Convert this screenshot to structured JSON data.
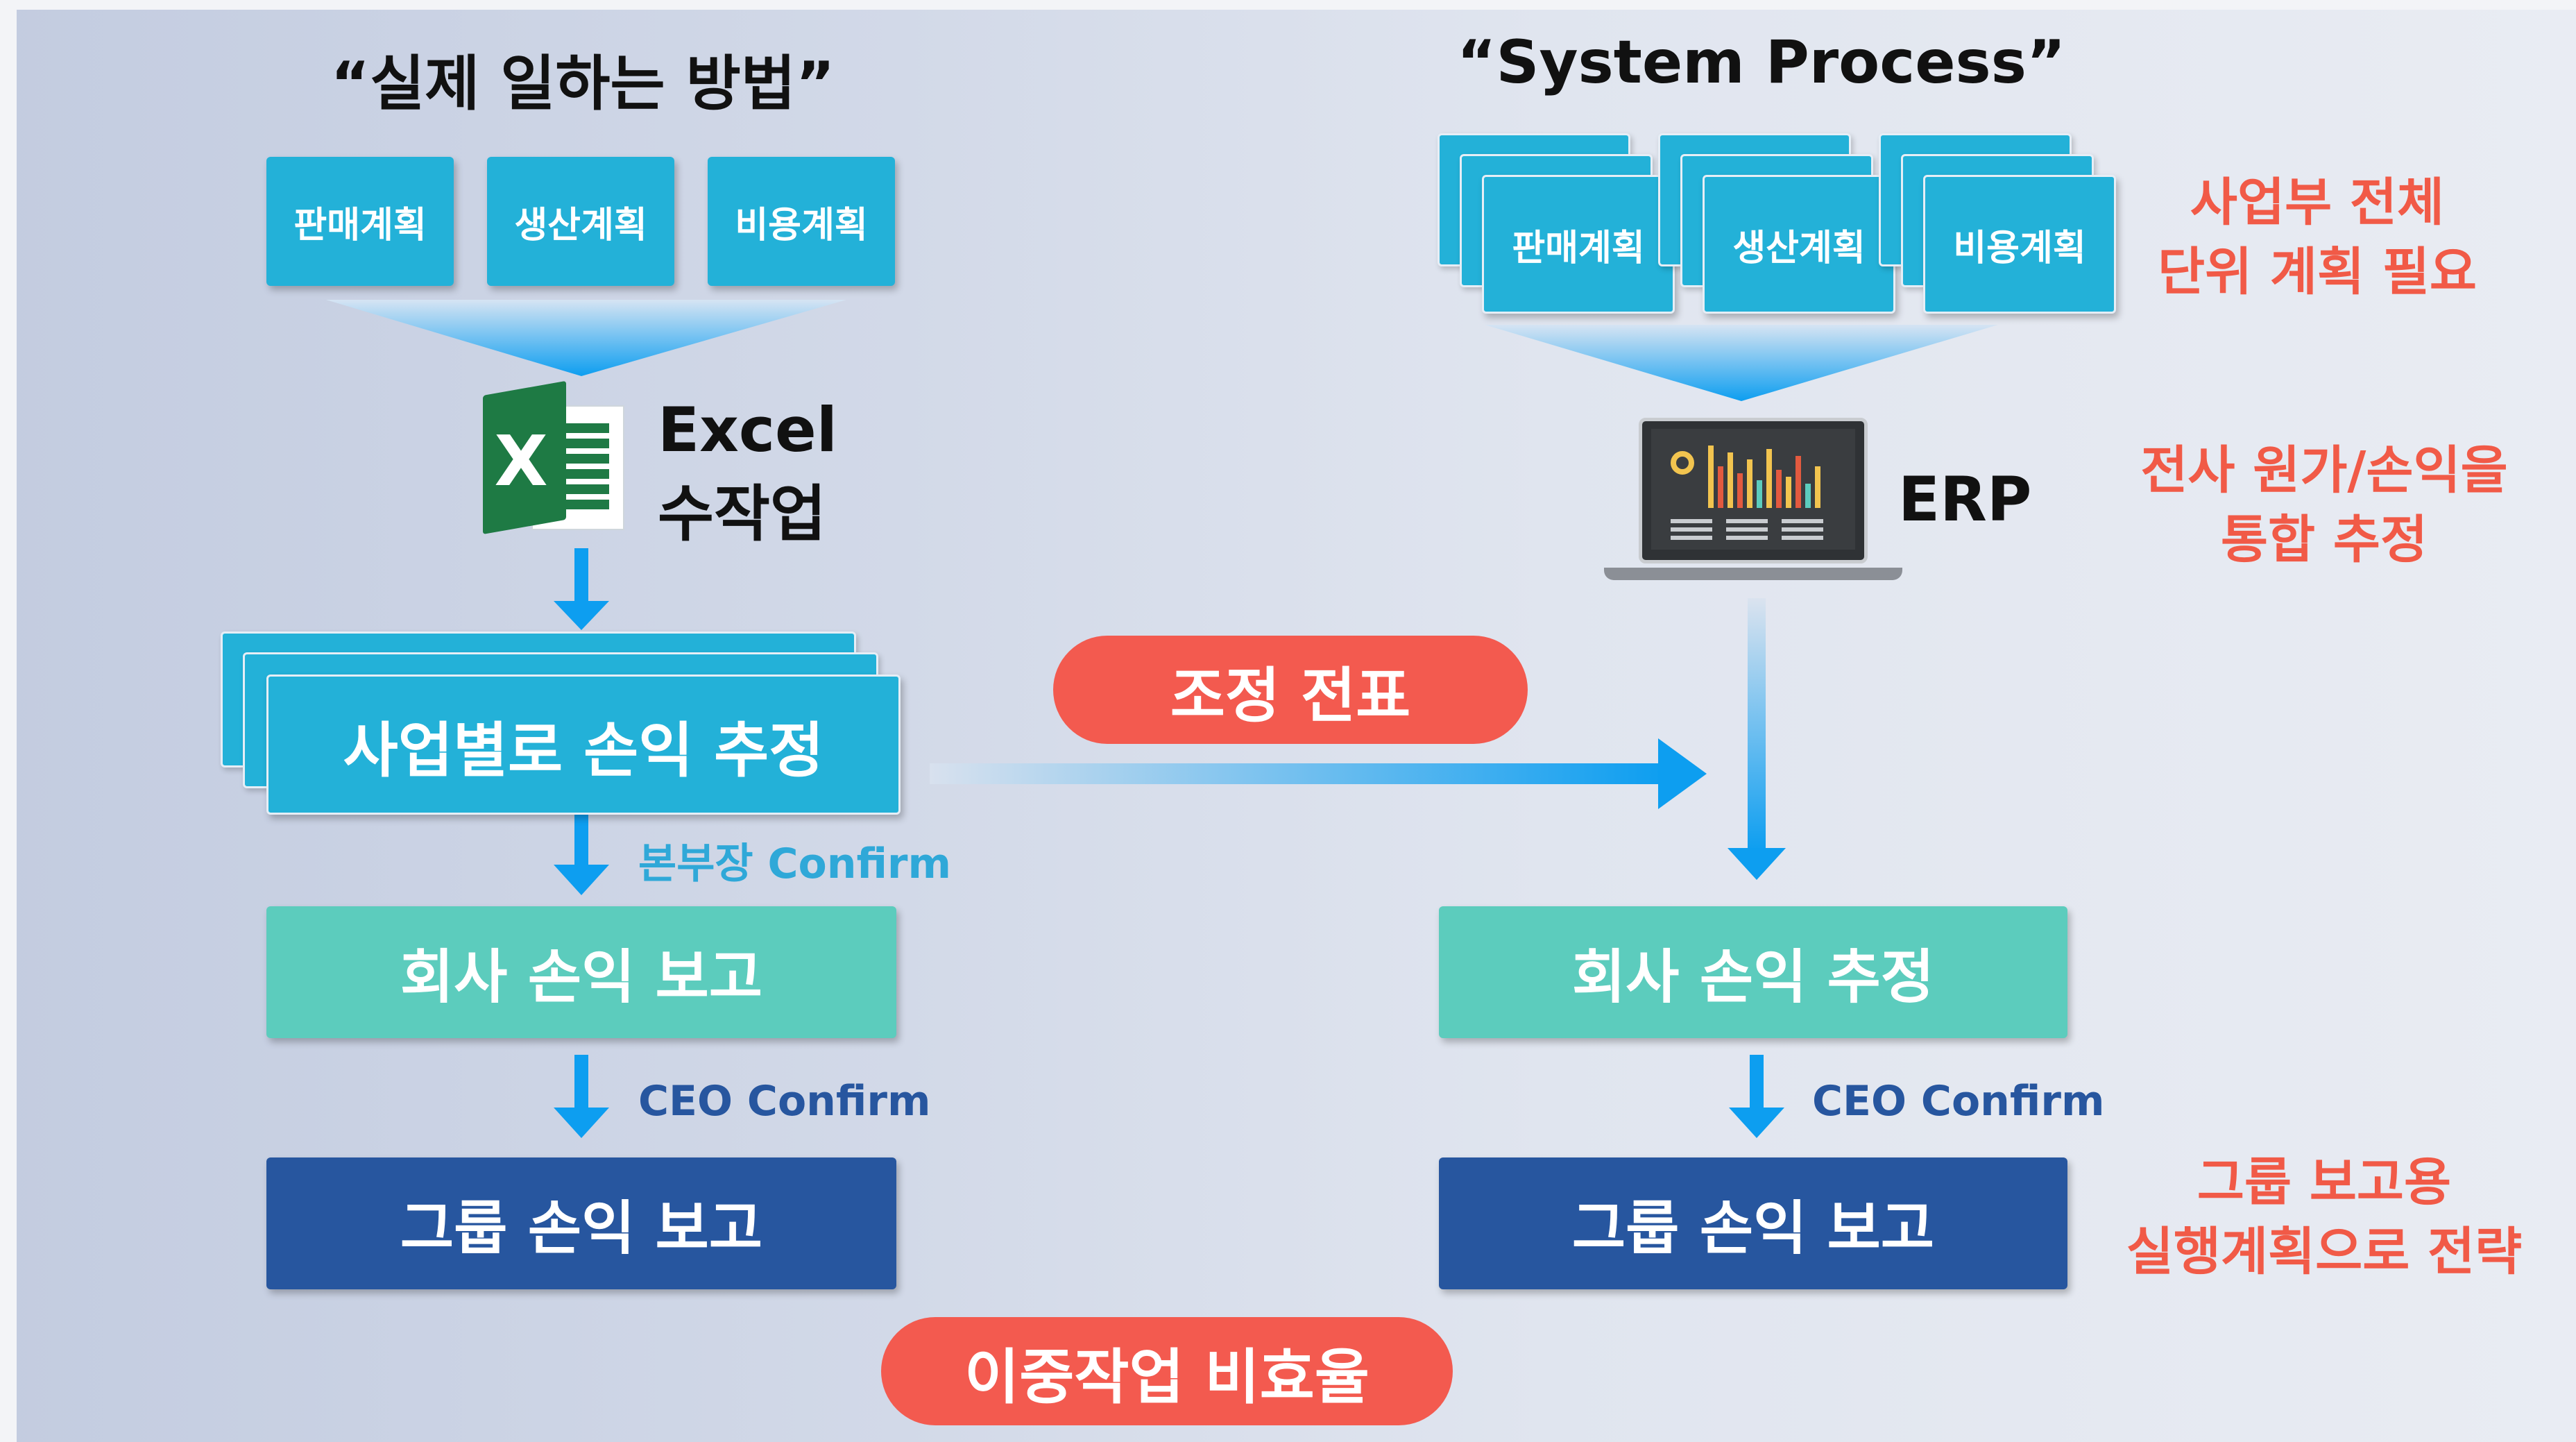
{
  "left": {
    "title": "“실제 일하는 방법”",
    "plans": [
      "판매계획",
      "생산계획",
      "비용계획"
    ],
    "excel_label_1": "Excel",
    "excel_label_2": "수작업",
    "excel_icon_letter": "X",
    "estimate": "사업별로 손익 추정",
    "confirm_1": "본부장 Confirm",
    "company_report": "회사 손익 보고",
    "confirm_2": "CEO Confirm",
    "group_report": "그룹 손익 보고"
  },
  "right": {
    "title": "“System Process”",
    "plans": [
      "판매계획",
      "생산계획",
      "비용계획"
    ],
    "erp_label": "ERP",
    "company_estimate": "회사 손익 추정",
    "confirm": "CEO Confirm",
    "group_report": "그룹 손익 보고"
  },
  "adjustment": "조정 전표",
  "inefficiency": "이중작업 비효율",
  "notes": {
    "note1": [
      "사업부 전체",
      "단위 계획 필요"
    ],
    "note2": [
      "전사 원가/손익을",
      "통합 추정"
    ],
    "note3": [
      "그룹 보고용",
      "실행계획으로 전략"
    ]
  },
  "colors": {
    "cyan_box": "#23b1d8",
    "teal_box": "#5cccbd",
    "navy_box": "#27569f",
    "red_pill": "#f35a4f",
    "red_note": "#f15a47",
    "arrow_blue": "#0d9ef0",
    "confirm_cyan": "#2fa8d8",
    "confirm_navy": "#27569f"
  },
  "icons": [
    "excel-icon",
    "laptop-dashboard-icon"
  ]
}
